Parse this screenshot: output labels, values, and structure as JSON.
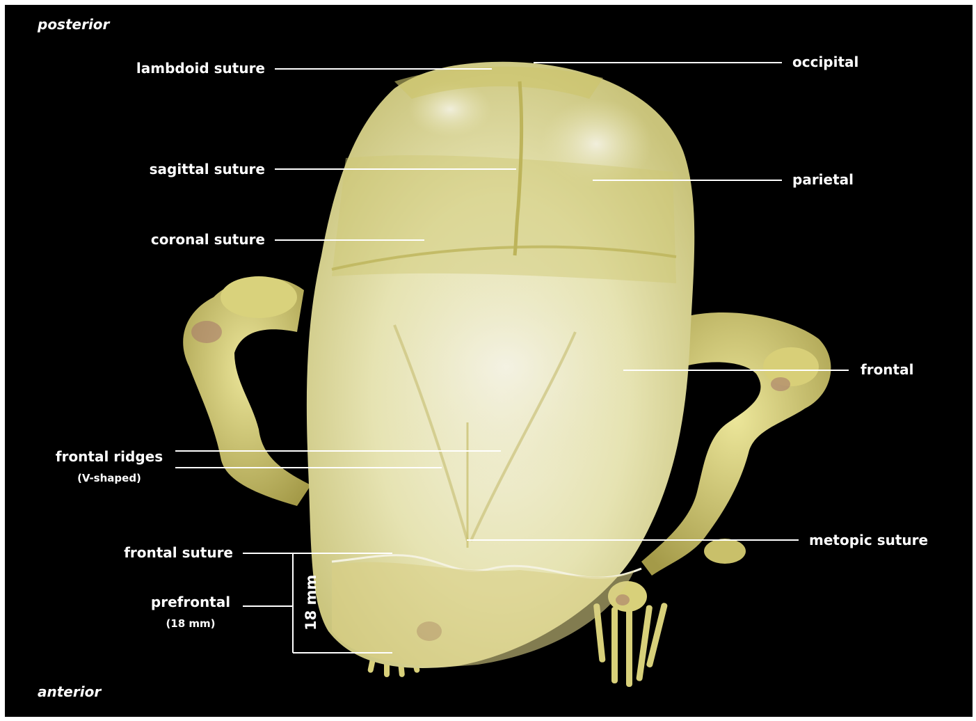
{
  "orientation": {
    "top": "posterior",
    "bottom": "anterior"
  },
  "labels": {
    "lambdoid": "lambdoid suture",
    "sagittal": "sagittal suture",
    "coronal": "coronal suture",
    "frontal_ridges": "frontal ridges",
    "frontal_ridges_sub": "(V-shaped)",
    "frontal_suture": "frontal suture",
    "prefrontal": "prefrontal",
    "prefrontal_sub": "(18 mm)",
    "occipital": "occipital",
    "parietal": "parietal",
    "frontal": "frontal",
    "metopic": "metopic suture",
    "measure": "18 mm"
  },
  "colors": {
    "background": "#000000",
    "bone": "#e4e0a0",
    "bone_light": "#f2f0d8",
    "label": "#ffffff"
  }
}
